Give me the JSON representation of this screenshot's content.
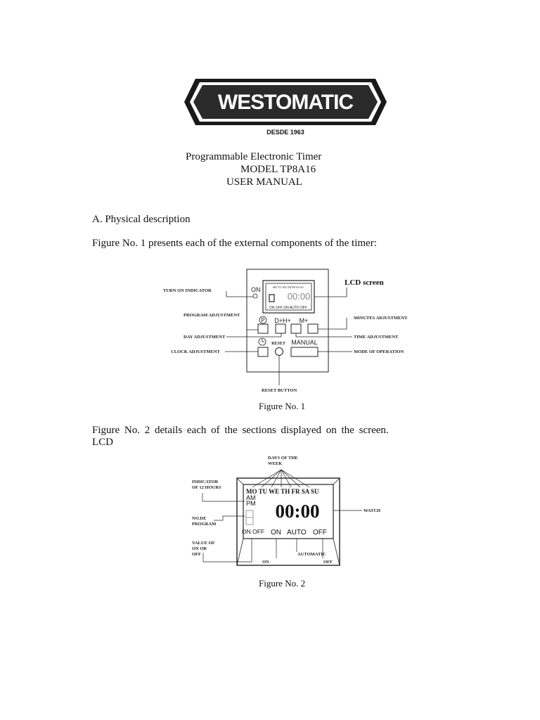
{
  "logo": {
    "brand": "WESTOMATIC",
    "tagline": "DESDE 1963"
  },
  "header": {
    "title": "Programmable Electronic Timer",
    "model": "MODEL TP8A16",
    "subtitle": "USER MANUAL"
  },
  "section_a": {
    "heading": "A. Physical description",
    "intro": "Figure No. 1 presents each of the external components of the timer:"
  },
  "figure1": {
    "caption": "Figure No. 1",
    "labels": {
      "turn_on": "TURN ON INDICATOR",
      "program": "PROGRAM ADJUSTMENT",
      "day": "DAY ADJUSTMENT",
      "clock": "CLOCK ADJUSTMENT",
      "lcd": "LCD screen",
      "minutes": "MINUTES ADJUSTMENT",
      "time": "TIME ADJUSTMENT",
      "mode": "MODE OF OPERATION",
      "reset_btn": "RESET BUTTON"
    },
    "device": {
      "on": "ON",
      "p": "P",
      "dh": "D+H+",
      "m": "M+",
      "reset": "RESET",
      "manual": "MANUAL",
      "lcd_days": "MO TU WE TH FR SA SU",
      "lcd_time": "00:00",
      "lcd_bottom": "ON OFF  ON AUTO OFF"
    }
  },
  "figure2_text": {
    "line1": "Figure No. 2 details each of the sections displayed on the screen.",
    "line2": "LCD"
  },
  "figure2": {
    "caption": "Figure No. 2",
    "labels": {
      "days_1": "DAYS OF THE",
      "days_2": "WEEK",
      "ind_1": "INDICATOR",
      "ind_2": "OF 12 HOURS",
      "prog_1": "NO.DE",
      "prog_2": "PROGRAM",
      "val_1": "VALUE OF",
      "val_2": "ON OR",
      "val_3": "OFF",
      "watch": "WATCH",
      "on": "ON",
      "automatic": "AUTOMATIC",
      "off": "OFF"
    },
    "lcd": {
      "days": "MO TU WE TH FR SA SU",
      "am": "AM",
      "pm": "PM",
      "time": "00:00",
      "onoff": "ON OFF",
      "on": "ON",
      "auto": "AUTO",
      "off": "OFF"
    }
  }
}
